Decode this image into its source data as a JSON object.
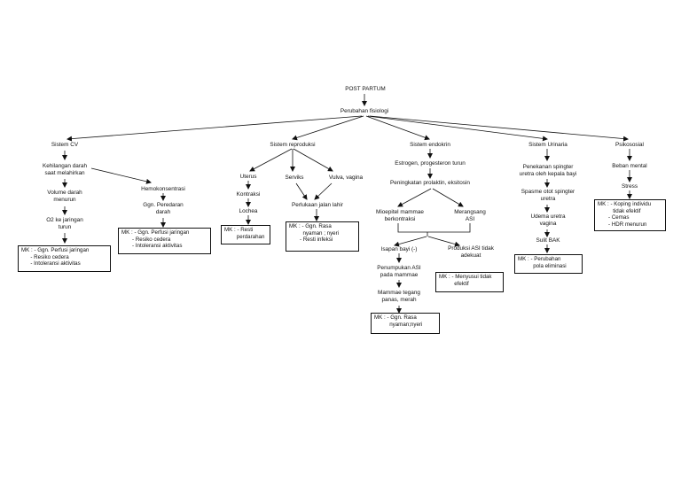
{
  "root": "POST PARTUM",
  "level1": "Perubahan fisiologi",
  "cv": {
    "title": "Sistem CV",
    "n1": "Kehilangan darah\nsaat melahirkan",
    "n2": "Volume darah\nmenurun",
    "n3": "O2 ke jaringan\nturun",
    "n4": "Hemokonsentrasi",
    "n5": "Ggn. Peredaran\ndarah",
    "box1": "MK : - Ggn. Perfusi jaringan\n      - Resiko cedera\n      - Intoleransi aktivitas",
    "box2": "MK : - Ggn. Perfusi jaringan\n       - Resiko cedera\n       - Intoleransi aktivitas"
  },
  "repro": {
    "title": "Sistem reproduksi",
    "uterus": "Uterus",
    "serviks": "Serviks",
    "vulva": "Vulva, vagina",
    "kontraksi": "Kontraksi",
    "lochea": "Lochea",
    "perlukaan": "Perlukaan jalan lahir",
    "box1": "MK : - Resti\n        perdarahan",
    "box2": "MK : - Ggn. Rasa\n         nyaman ; nyeri\n       - Resti infeksi"
  },
  "endo": {
    "title": "Sistem endokrin",
    "n1": "Estrogen, progesteron turun",
    "n2": "Peningkatan prolaktin, eksitosin",
    "n3": "Mioepitel mammae\nberkontraksi",
    "n4": "Merangsang\nASI",
    "n5": "Isapan bayi (-)",
    "n6": "Penumpukan ASI\npada mammae",
    "n7": "Mammae tegang\npanas, merah",
    "n8": "Produksi ASI tidak\nadekuat",
    "box1": "MK : - Ggn. Rasa\n          nyaman;nyeri",
    "box2": "MK : - Menyusui tidak\n          efektif"
  },
  "uri": {
    "title": "Sistem Urinaria",
    "n1": "Penekanan spingter\nuretra oleh kepala bayi",
    "n2": "Spasme otot spingter\nuretra",
    "n3": "Udema uretra\nvagina",
    "n4": "Sulit BAK",
    "box": "MK : - Perubahan\n          pola eliminasi"
  },
  "psiko": {
    "title": "Psikososial",
    "n1": "Beban mental",
    "n2": "Stress",
    "box": "MK : - Koping individu\n          tidak efektif\n       - Cemas\n       - HDR menurun"
  }
}
